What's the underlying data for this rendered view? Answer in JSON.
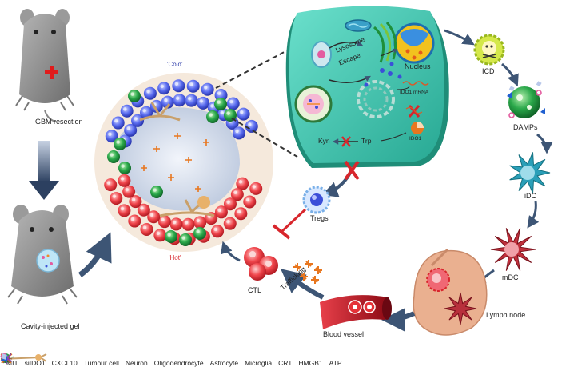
{
  "labels": {
    "gbm_resection": "GBM resection",
    "cavity_gel": "Cavity-injected gel",
    "cold": "'Cold'",
    "hot": "'Hot'",
    "lysosome": "Lysosome",
    "escape": "Escape",
    "nucleus": "Nucleus",
    "ido1_mrna": "IDO1 mRNA",
    "ido1": "IDO1",
    "kyn": "Kyn",
    "trp": "Trp",
    "icd": "ICD",
    "damps": "DAMPs",
    "idc": "iDC",
    "mdc": "mDC",
    "lymph_node": "Lymph node",
    "blood_vessel": "Blood vessel",
    "trafficking": "Trafficking",
    "ctl": "CTL",
    "tregs": "Tregs"
  },
  "legend": [
    {
      "label": "MIT",
      "icon": "mit-icon"
    },
    {
      "label": "siIDO1",
      "icon": "siido1-icon"
    },
    {
      "label": "CXCL10",
      "icon": "cxcl10-icon"
    },
    {
      "label": "Tumour cell",
      "icon": "tumour-cell-icon"
    },
    {
      "label": "Neuron",
      "icon": "neuron-icon"
    },
    {
      "label": "Oligodendrocyte",
      "icon": "oligodendrocyte-icon"
    },
    {
      "label": "Astrocyte",
      "icon": "astrocyte-icon"
    },
    {
      "label": "Microglia",
      "icon": "microglia-icon"
    },
    {
      "label": "CRT",
      "icon": "crt-icon"
    },
    {
      "label": "HMGB1",
      "icon": "hmgb1-icon"
    },
    {
      "label": "ATP",
      "icon": "atp-icon"
    }
  ],
  "colors": {
    "cold_cell": "#3b4fd8",
    "hot_cell": "#e53238",
    "tumour_cell": "#1e8f3a",
    "tumour_slab": "#3fc8b0",
    "mouse": "#8d8d8d",
    "arrow": "#3d5575",
    "blood": "#b01020",
    "lymph": "#e8a37e",
    "dc": "#2a9fb8",
    "mdc": "#c0303c"
  }
}
